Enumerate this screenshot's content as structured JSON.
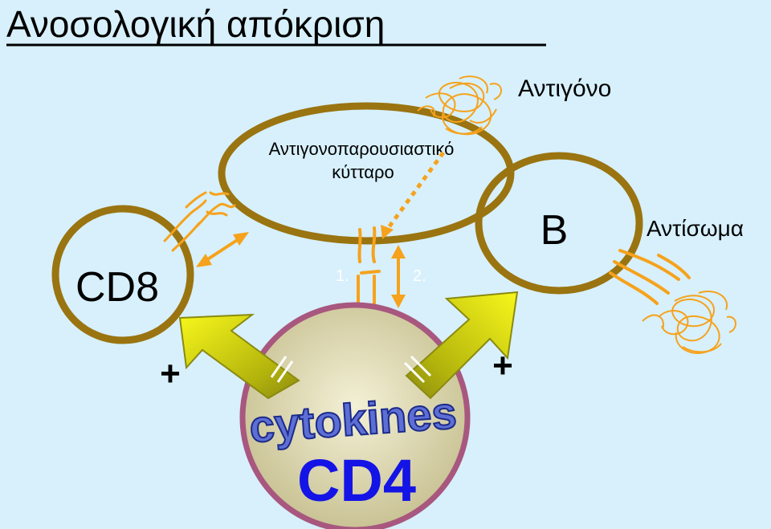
{
  "title": "Ανοσολογική απόκριση",
  "labels": {
    "antigen": "Αντιγόνο",
    "apc_line1": "Αντιγονοπαρουσιαστικό",
    "apc_line2": "κύτταρο",
    "b_cell": "B",
    "antibody": "Αντίσωμα",
    "cd8": "CD8",
    "cd4": "CD4",
    "cytokines": "cytokines",
    "plus_left": "+",
    "plus_right": "+",
    "signal_1": "1.",
    "signal_2": "2."
  },
  "colors": {
    "background": "#d7f0fb",
    "cell_outline": "#9a7410",
    "orange": "#f6a21c",
    "arrow_fill": "#e5e600",
    "cd4_fill": "#ddd9b0",
    "cd4_border": "#a8577f",
    "cd4_text": "#1414e6",
    "cytokines_fill": "#5d6fd4"
  }
}
